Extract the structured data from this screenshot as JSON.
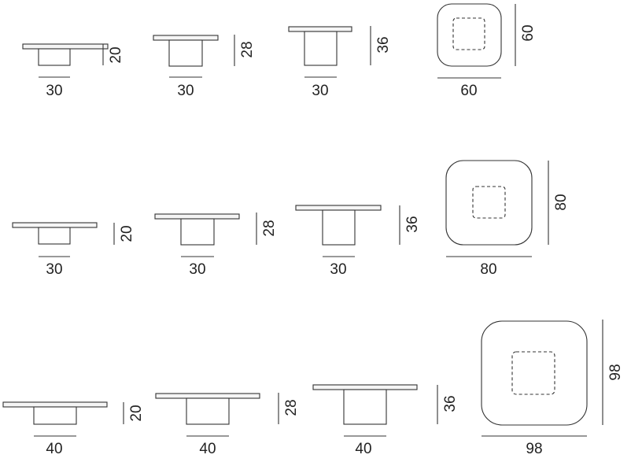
{
  "rows": [
    {
      "side_views": [
        {
          "width": "30",
          "height": "20"
        },
        {
          "width": "30",
          "height": "28"
        },
        {
          "width": "30",
          "height": "36"
        }
      ],
      "plan_view": {
        "width": "60",
        "depth": "60"
      }
    },
    {
      "side_views": [
        {
          "width": "30",
          "height": "20"
        },
        {
          "width": "30",
          "height": "28"
        },
        {
          "width": "30",
          "height": "36"
        }
      ],
      "plan_view": {
        "width": "80",
        "depth": "80"
      }
    },
    {
      "side_views": [
        {
          "width": "40",
          "height": "20"
        },
        {
          "width": "40",
          "height": "28"
        },
        {
          "width": "40",
          "height": "36"
        }
      ],
      "plan_view": {
        "width": "98",
        "depth": "98"
      }
    }
  ]
}
